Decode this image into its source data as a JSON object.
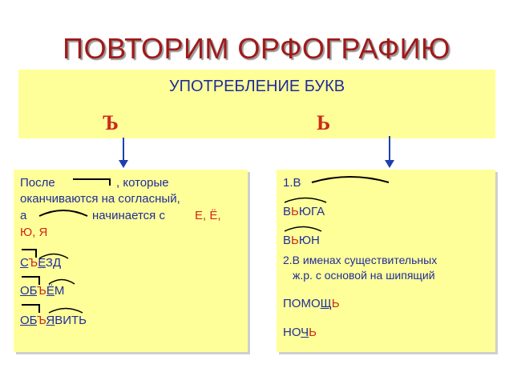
{
  "title": "ПОВТОРИМ ОРФОГРАФИЮ",
  "subtitle": "УПОТРЕБЛЕНИЕ БУКВ",
  "letters": {
    "hard": "Ъ",
    "soft": "Ь"
  },
  "left": {
    "line1_pre": "После",
    "line1_post": ", которые",
    "line2": "оканчиваются на согласный,",
    "line3_pre": "а",
    "line3_post": "начинается с",
    "letters_list_1": "Е, Ё,",
    "letters_list_2": "Ю, Я",
    "w1": {
      "a": "С",
      "b": "Ъ",
      "c": "Е",
      "d": "ЗД"
    },
    "w2": {
      "a": "ОБ",
      "b": "Ъ",
      "c": "Ё",
      "d": "М"
    },
    "w3": {
      "a": "ОБ",
      "b": "Ъ",
      "c": "Я",
      "d": "ВИТЬ"
    }
  },
  "right": {
    "item1": "1.В",
    "w1": {
      "a": "В",
      "b": "Ь",
      "c": "ЮГА"
    },
    "w2": {
      "a": "В",
      "b": "Ь",
      "c": "ЮН"
    },
    "item2_line1": "2.В именах существительных",
    "item2_line2": "ж.р. с основой на шипящий",
    "w3": {
      "a": "ПОМО",
      "b": "Щ",
      "c": "Ь"
    },
    "w4": {
      "a": "НО",
      "b": "Ч",
      "c": "Ь"
    }
  },
  "colors": {
    "title": "#a01a1a",
    "text": "#1f2c9a",
    "accent": "#cc2a1a",
    "panel": "#ffff99"
  }
}
